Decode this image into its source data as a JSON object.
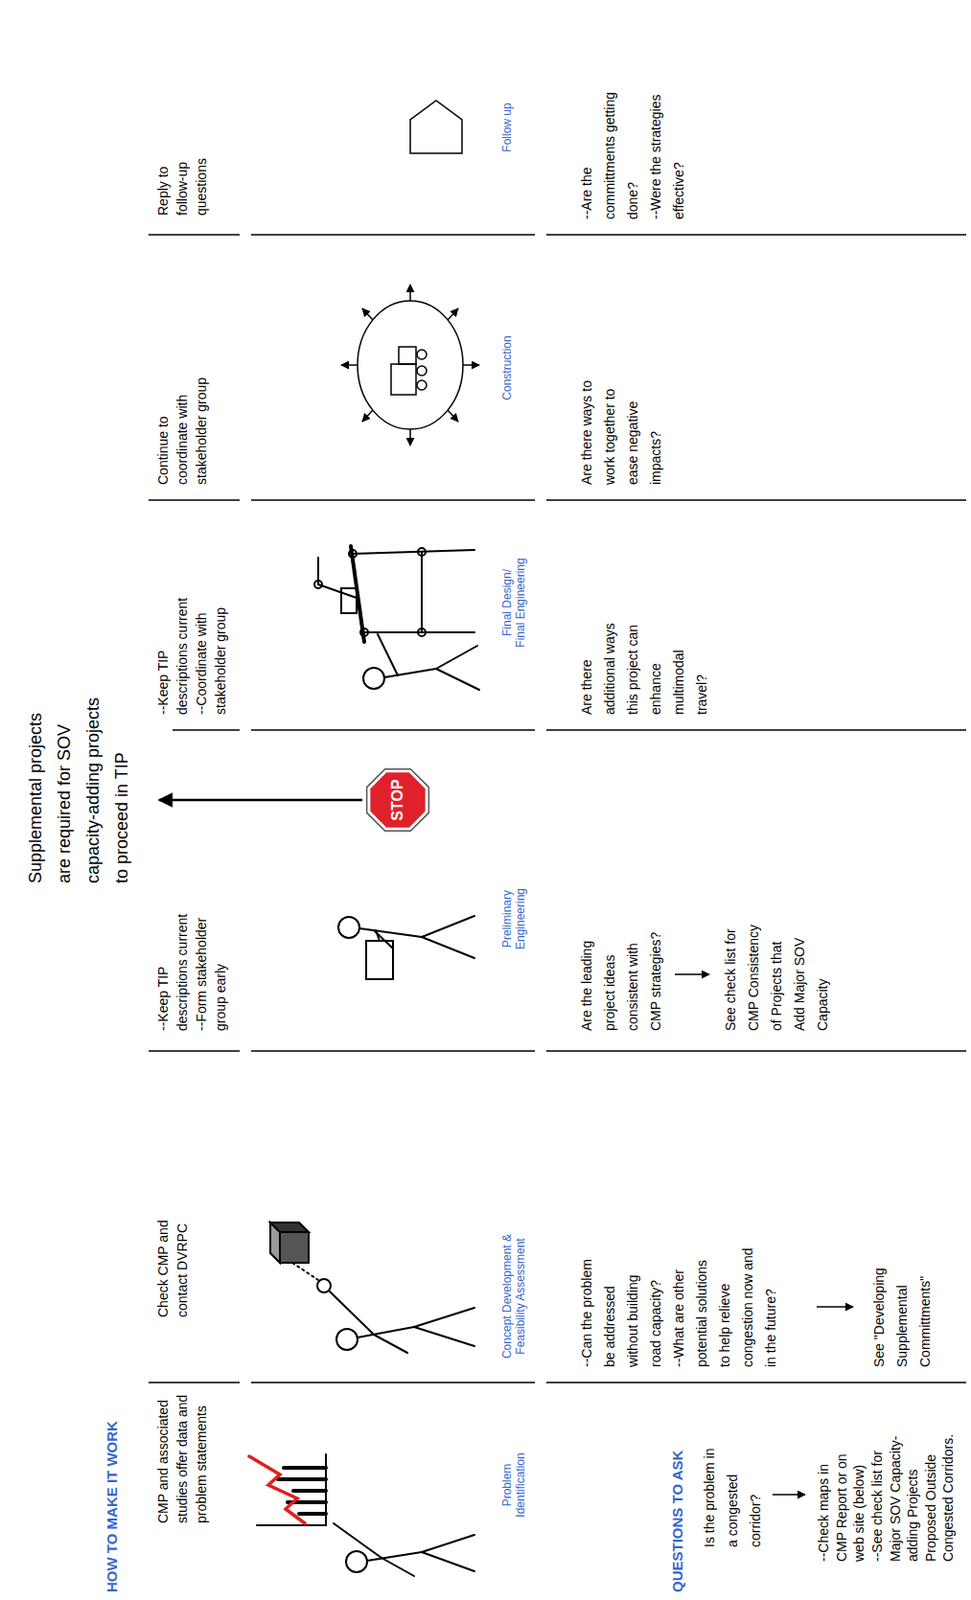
{
  "diagram": {
    "nodes": [
      {
        "text": [
          "CMP and associated studies offer data and problem statements",
          "Problem Identification",
          "Is the problem in a congested corridor?",
          "--Check maps in CMP Report or on web site (below)",
          "--See check list for Major SOV Capacity-adding Projects Proposed Outside Congested Corridors."
        ]
      },
      {
        "text": [
          "Check CMP and contact DVRPC",
          "Concept Development & Feasibility Assessment",
          "--Can the problem be addressed without building road capacity?",
          "--What are other potential solutions to help relieve congestion now and in the future?",
          "See \"Developing Supplemental Committments\""
        ]
      },
      {
        "text": [
          "--Keep TIP descriptions current",
          "--Form stakeholder group early",
          "Preliminary Engineering",
          "Are the leading project ideas consistent with CMP strategies?",
          "See check list for CMP Consistency of Projects that Add Major SOV Capacity"
        ]
      },
      {
        "text": [
          "--Keep TIP descriptions current",
          "--Coordinate with stakeholder group",
          "Final Design/ Final Engineering",
          "Are there additional ways this project can enhance multimodal travel?"
        ]
      },
      {
        "text": [
          "Continue to coordinate with stakeholder group",
          "Construction",
          "Are there ways to work together to ease negative impacts?"
        ]
      },
      {
        "text": [
          "Reply to follow-up questions",
          "Follow up",
          "--Are the committments getting done?",
          "--Were the strategies effective?"
        ]
      },
      {
        "text": [
          "STOP"
        ],
        "in": 2
      }
    ],
    "labels": [
      "HOW TO MAKE IT WORK",
      "QUESTIONS TO ASK",
      "Supplemental projects are required for SOV capacity-adding projects to proceed in TIP"
    ]
  }
}
